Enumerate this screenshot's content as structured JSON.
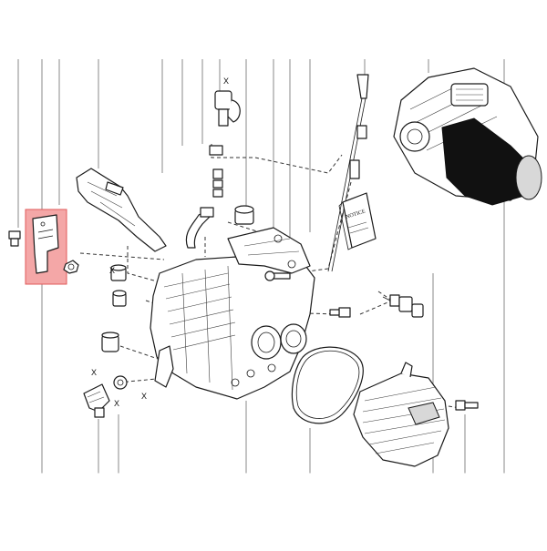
{
  "diagram": {
    "marks": [
      "X",
      "X",
      "X",
      "X",
      "X"
    ],
    "booklet_text": "NOTICE",
    "highlight_color": "#f4a7a7",
    "highlight_stroke": "#e05a5a"
  }
}
